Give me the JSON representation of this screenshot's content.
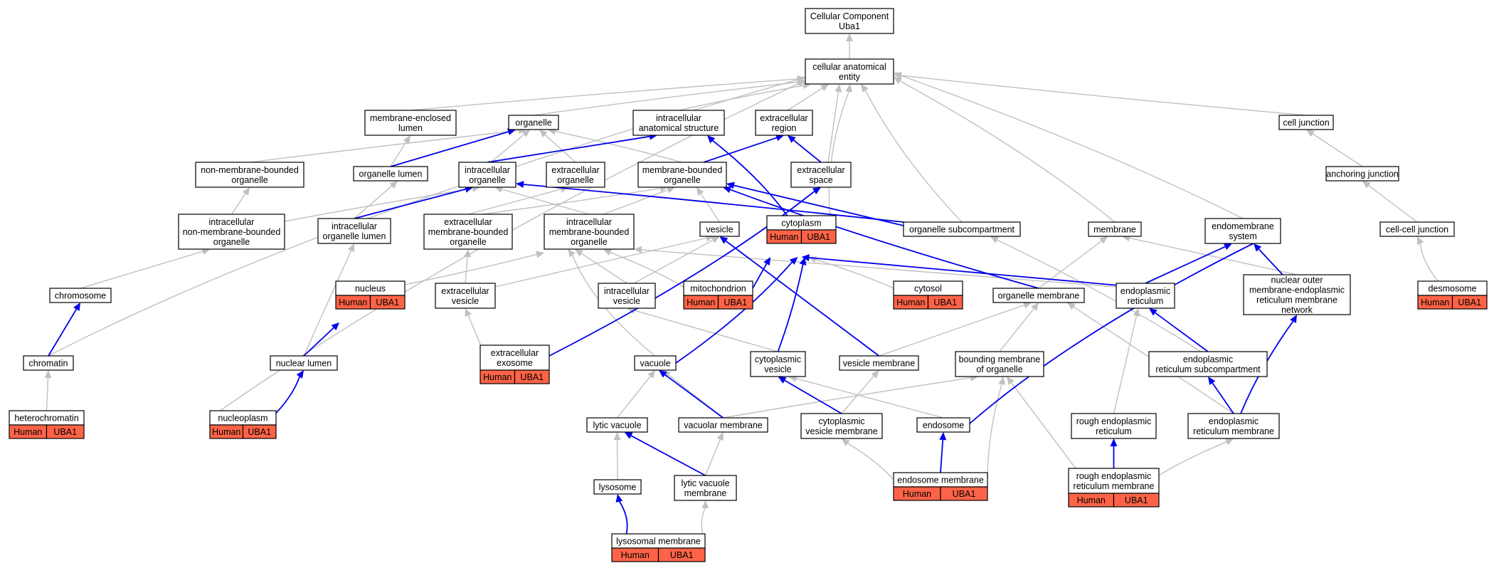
{
  "colors": {
    "gene_fill": "#ff6347",
    "blue_edge": "#0000ee",
    "gray_edge": "#c0c0c0"
  },
  "nodes": [
    {
      "id": "root",
      "lines": [
        "Cellular Component",
        "Uba1"
      ]
    },
    {
      "id": "cae",
      "lines": [
        "cellular anatomical",
        "entity"
      ]
    },
    {
      "id": "mel",
      "lines": [
        "membrane-enclosed",
        "lumen"
      ]
    },
    {
      "id": "organelle",
      "lines": [
        "organelle"
      ]
    },
    {
      "id": "ias",
      "lines": [
        "intracellular",
        "anatomical structure"
      ]
    },
    {
      "id": "extreg",
      "lines": [
        "extracellular",
        "region"
      ]
    },
    {
      "id": "celljunc",
      "lines": [
        "cell junction"
      ]
    },
    {
      "id": "nmbo",
      "lines": [
        "non-membrane-bounded",
        "organelle"
      ]
    },
    {
      "id": "orglumen",
      "lines": [
        "organelle lumen"
      ]
    },
    {
      "id": "intorg",
      "lines": [
        "intracellular",
        "organelle"
      ]
    },
    {
      "id": "extorg",
      "lines": [
        "extracellular",
        "organelle"
      ]
    },
    {
      "id": "mbo",
      "lines": [
        "membrane-bounded",
        "organelle"
      ]
    },
    {
      "id": "extspace",
      "lines": [
        "extracellular",
        "space"
      ]
    },
    {
      "id": "anchjunc",
      "lines": [
        "anchoring junction"
      ]
    },
    {
      "id": "inmbo",
      "lines": [
        "intracellular",
        "non-membrane-bounded",
        "organelle"
      ]
    },
    {
      "id": "intorglumen",
      "lines": [
        "intracellular",
        "organelle lumen"
      ]
    },
    {
      "id": "embo",
      "lines": [
        "extracellular",
        "membrane-bounded",
        "organelle"
      ]
    },
    {
      "id": "imbo",
      "lines": [
        "intracellular",
        "membrane-bounded",
        "organelle"
      ]
    },
    {
      "id": "vesicle",
      "lines": [
        "vesicle"
      ]
    },
    {
      "id": "cytoplasm",
      "lines": [
        "cytoplasm"
      ],
      "genes": [
        "Human",
        "UBA1"
      ]
    },
    {
      "id": "orgsub",
      "lines": [
        "organelle subcompartment"
      ]
    },
    {
      "id": "membrane",
      "lines": [
        "membrane"
      ]
    },
    {
      "id": "endomem",
      "lines": [
        "endomembrane",
        "system"
      ]
    },
    {
      "id": "ccjunc",
      "lines": [
        "cell-cell junction"
      ]
    },
    {
      "id": "chromosome",
      "lines": [
        "chromosome"
      ]
    },
    {
      "id": "nucleus",
      "lines": [
        "nucleus"
      ],
      "genes": [
        "Human",
        "UBA1"
      ]
    },
    {
      "id": "extves",
      "lines": [
        "extracellular",
        "vesicle"
      ]
    },
    {
      "id": "intves",
      "lines": [
        "intracellular",
        "vesicle"
      ]
    },
    {
      "id": "mito",
      "lines": [
        "mitochondrion"
      ],
      "genes": [
        "Human",
        "UBA1"
      ]
    },
    {
      "id": "cytosol",
      "lines": [
        "cytosol"
      ],
      "genes": [
        "Human",
        "UBA1"
      ]
    },
    {
      "id": "orgmem",
      "lines": [
        "organelle membrane"
      ]
    },
    {
      "id": "er",
      "lines": [
        "endoplasmic",
        "reticulum"
      ]
    },
    {
      "id": "nucouter",
      "lines": [
        "nuclear outer",
        "membrane-endoplasmic",
        "reticulum membrane",
        "network"
      ]
    },
    {
      "id": "desmosome",
      "lines": [
        "desmosome"
      ],
      "genes": [
        "Human",
        "UBA1"
      ]
    },
    {
      "id": "chromatin",
      "lines": [
        "chromatin"
      ]
    },
    {
      "id": "nuclumen",
      "lines": [
        "nuclear lumen"
      ]
    },
    {
      "id": "exosome",
      "lines": [
        "extracellular",
        "exosome"
      ],
      "genes": [
        "Human",
        "UBA1"
      ]
    },
    {
      "id": "vacuole",
      "lines": [
        "vacuole"
      ]
    },
    {
      "id": "cytves",
      "lines": [
        "cytoplasmic",
        "vesicle"
      ]
    },
    {
      "id": "vesmem",
      "lines": [
        "vesicle membrane"
      ]
    },
    {
      "id": "boundmem",
      "lines": [
        "bounding membrane",
        "of organelle"
      ]
    },
    {
      "id": "ersub",
      "lines": [
        "endoplasmic",
        "reticulum subcompartment"
      ]
    },
    {
      "id": "heterochromatin",
      "lines": [
        "heterochromatin"
      ],
      "genes": [
        "Human",
        "UBA1"
      ]
    },
    {
      "id": "nucleoplasm",
      "lines": [
        "nucleoplasm"
      ],
      "genes": [
        "Human",
        "UBA1"
      ]
    },
    {
      "id": "lyticvac",
      "lines": [
        "lytic vacuole"
      ]
    },
    {
      "id": "vacmem",
      "lines": [
        "vacuolar membrane"
      ]
    },
    {
      "id": "cytvesmem",
      "lines": [
        "cytoplasmic",
        "vesicle membrane"
      ]
    },
    {
      "id": "endosome",
      "lines": [
        "endosome"
      ]
    },
    {
      "id": "rer",
      "lines": [
        "rough endoplasmic",
        "reticulum"
      ]
    },
    {
      "id": "ermem",
      "lines": [
        "endoplasmic",
        "reticulum membrane"
      ]
    },
    {
      "id": "lysosome",
      "lines": [
        "lysosome"
      ]
    },
    {
      "id": "lyticvacmem",
      "lines": [
        "lytic vacuole",
        "membrane"
      ]
    },
    {
      "id": "endomemb",
      "lines": [
        "endosome membrane"
      ],
      "genes": [
        "Human",
        "UBA1"
      ]
    },
    {
      "id": "rermem",
      "lines": [
        "rough endoplasmic",
        "reticulum membrane"
      ],
      "genes": [
        "Human",
        "UBA1"
      ]
    },
    {
      "id": "lysomem",
      "lines": [
        "lysosomal membrane"
      ],
      "genes": [
        "Human",
        "UBA1"
      ]
    }
  ]
}
